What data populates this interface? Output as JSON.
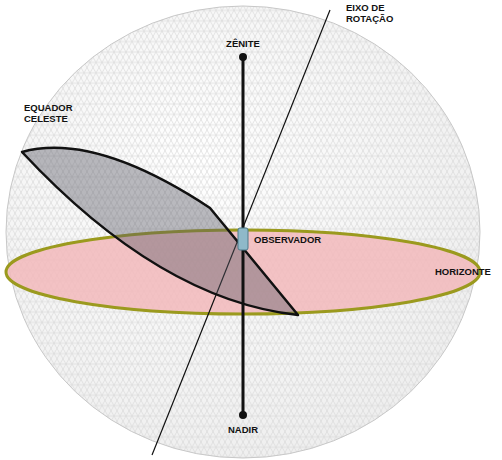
{
  "diagram": {
    "labels": [
      "EIXO DE ROTAÇÃO",
      "ZÊNITE",
      "EQUADOR CELESTE",
      "OBSERVADOR",
      "HORIZONTE",
      "NADIR"
    ]
  }
}
